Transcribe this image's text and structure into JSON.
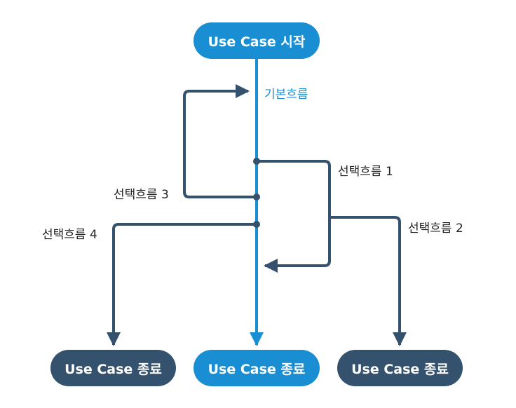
{
  "diagram": {
    "start_node": "Use Case 시작",
    "end_nodes": {
      "left": "Use Case 종료",
      "center": "Use Case 종료",
      "right": "Use Case 종료"
    },
    "flows": {
      "basic": "기본흐름",
      "alt1": "선택흐름 1",
      "alt2": "선택흐름 2",
      "alt3": "선택흐름 3",
      "alt4": "선택흐름 4"
    },
    "colors": {
      "basic_flow": "#1a8ed3",
      "alternate_flow": "#34526e",
      "end_node": "#34526e",
      "start_node": "#1a8ed3"
    }
  }
}
